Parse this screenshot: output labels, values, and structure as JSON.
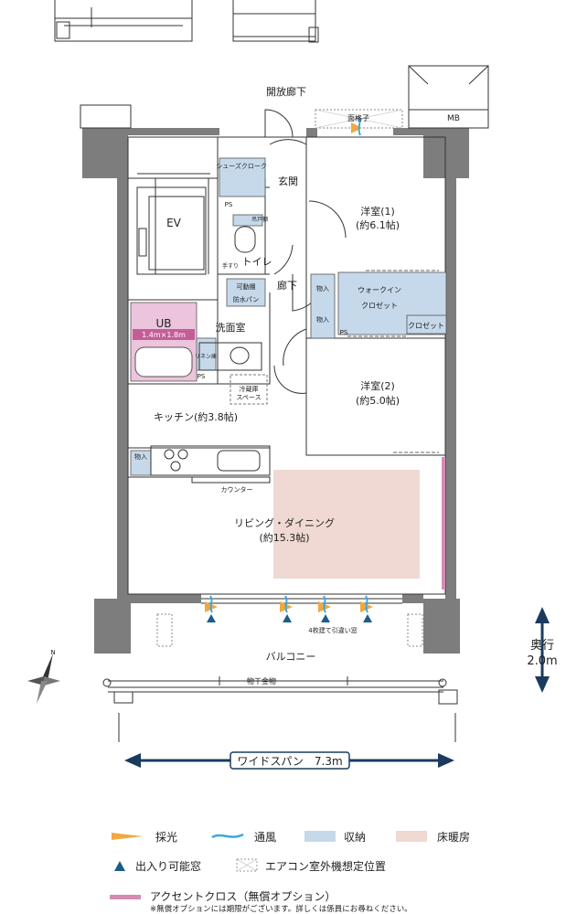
{
  "rooms": {
    "corridor_open": "開放廊下",
    "mb": "MB",
    "lattice": "面格子",
    "shoes_cloak": "シューズクローク",
    "entrance": "玄関",
    "ps": "PS",
    "ev": "EV",
    "toilet": "トイレ",
    "shelf": "吊戸棚",
    "handrail": "手すり",
    "movable_shelf": "可動棚",
    "waterproof_pan": "防水パン",
    "ub": "UB",
    "ub_size": "1.4m×1.8m",
    "washroom": "洗面室",
    "linen": "リネン庫",
    "hall": "廊下",
    "storage": "物入",
    "walkin1": "ウォークイン",
    "walkin2": "クロゼット",
    "closet": "クロゼット",
    "room1": "洋室(1)",
    "room1_size": "(約6.1帖)",
    "room2": "洋室(2)",
    "room2_size": "(約5.0帖)",
    "fridge1": "冷蔵庫",
    "fridge2": "スペース",
    "kitchen": "キッチン(約3.8帖)",
    "counter": "カウンター",
    "living": "リビング・ダイニング",
    "living_size": "(約15.3帖)",
    "window": "4枚建て引違い窓",
    "balcony": "バルコニー",
    "dryer": "物干金物",
    "depth_label": "奥行",
    "depth_value": "2.0m",
    "widespan": "ワイドスパン　7.3m",
    "north": "N"
  },
  "legend": {
    "daylight": "採光",
    "ventilation": "通風",
    "storage": "収納",
    "floor_heating": "床暖房",
    "entry_window": "出入り可能窓",
    "ac_unit": "エアコン室外機想定位置",
    "accent": "アクセントクロス（無償オプション）",
    "note": "※無償オプションには期限がございます。詳しくは係員にお尋ねください。"
  },
  "colors": {
    "storage": "#c6d9ea",
    "floor_heating": "#efd9d2",
    "accent": "#d58ab4",
    "ub_fill": "#ecc4dc",
    "ub_band": "#c35e96",
    "daylight": "#f0a840",
    "ventilation": "#3aa9dc",
    "entry_window": "#1b5d8a",
    "arrow": "#1b3b5e"
  }
}
